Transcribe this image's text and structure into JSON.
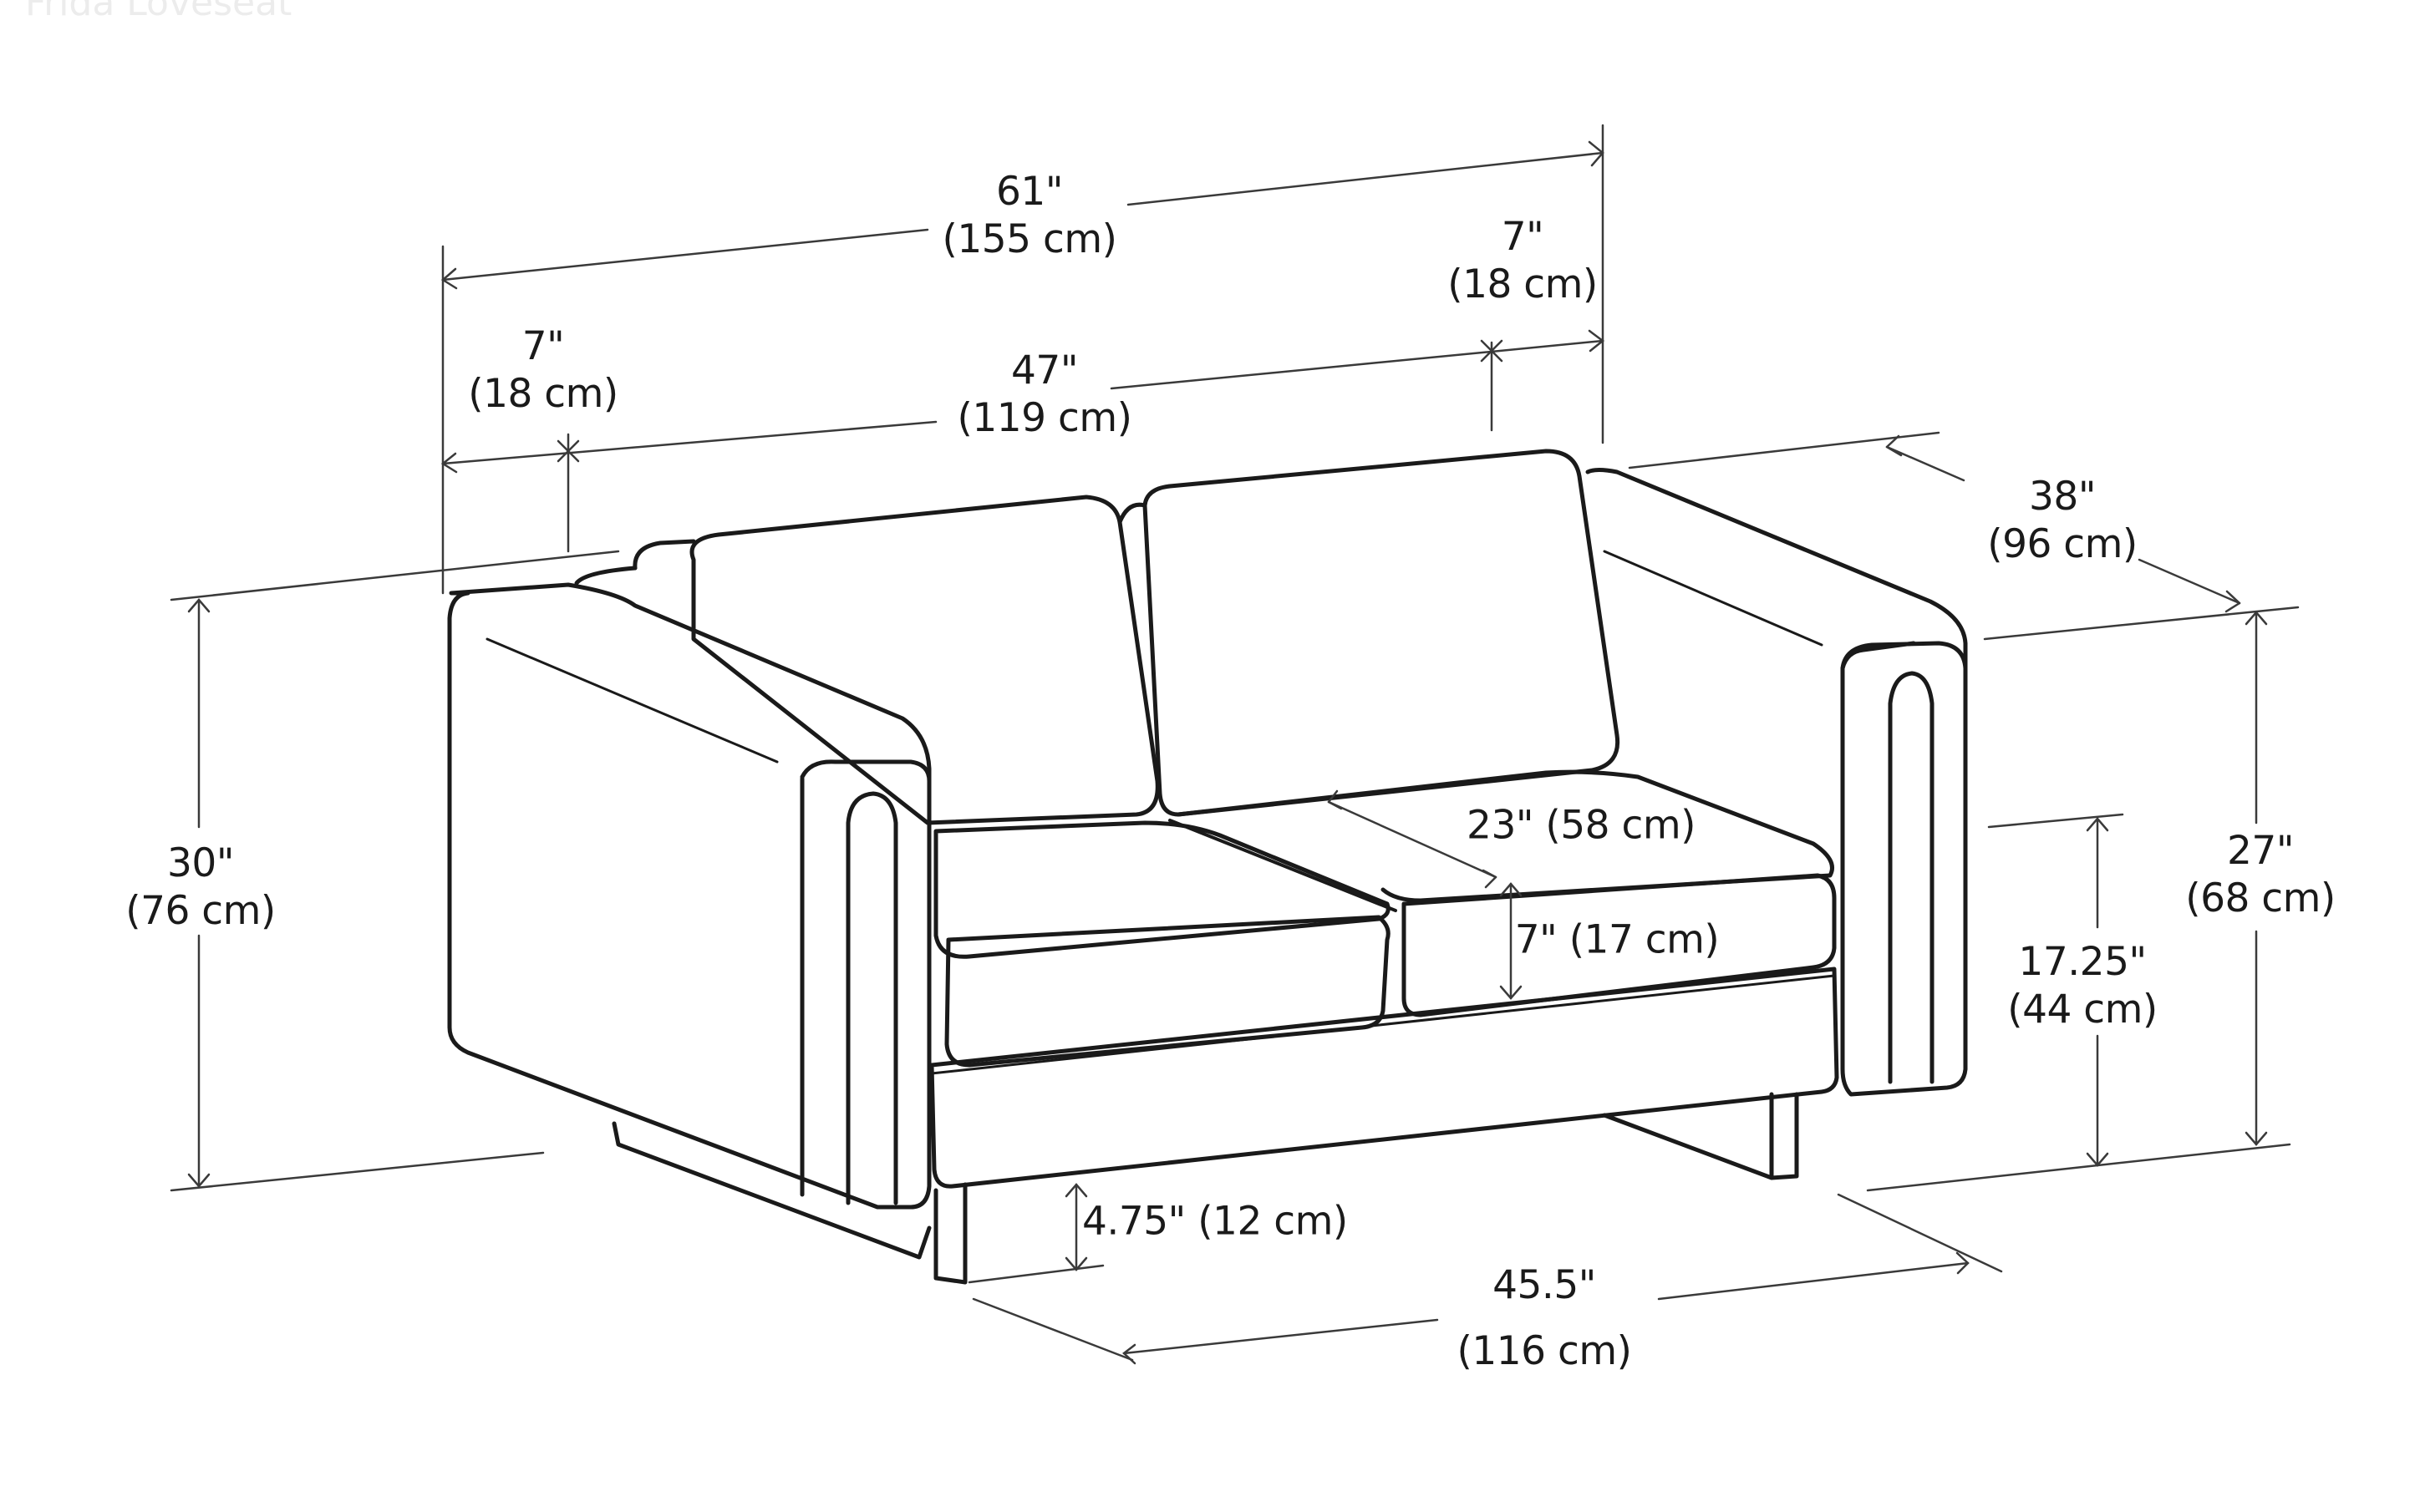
{
  "product_name": "Frida Loveseat",
  "colors": {
    "line": "#1a1a1a",
    "dim_line": "#3a3a3a",
    "background": "#ffffff"
  },
  "dimensions": {
    "overall_width": {
      "inches": "61\"",
      "cm": "(155 cm)"
    },
    "seat_width": {
      "inches": "47\"",
      "cm": "(119 cm)"
    },
    "arm_width_left": {
      "inches": "7\"",
      "cm": "(18 cm)"
    },
    "arm_width_right": {
      "inches": "7\"",
      "cm": "(18 cm)"
    },
    "overall_depth": {
      "inches": "38\"",
      "cm": "(96 cm)"
    },
    "overall_height": {
      "inches": "30\"",
      "cm": "(76 cm)"
    },
    "arm_height": {
      "inches": "27\"",
      "cm": "(68 cm)"
    },
    "seat_height": {
      "inches": "17.25\"",
      "cm": "(44 cm)"
    },
    "seat_depth": {
      "label": "23\" (58 cm)"
    },
    "cushion_thickness": {
      "label": "7\" (17 cm)"
    },
    "leg_height": {
      "label": "4.75\" (12 cm)"
    },
    "base_length": {
      "inches": "45.5\"",
      "cm": "(116 cm)"
    }
  }
}
